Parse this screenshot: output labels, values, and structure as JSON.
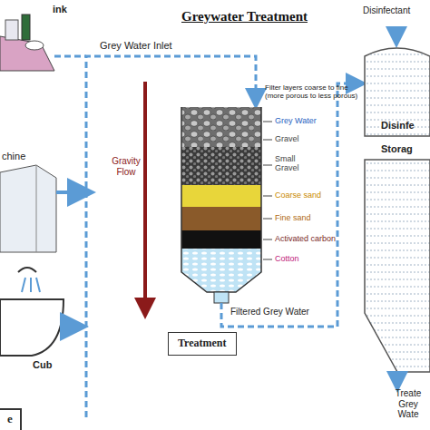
{
  "diagram": {
    "title": "Greywater Treatment",
    "nodes": [
      {
        "text": [
          "Disinfe"
        ]
      },
      {
        "text": [
          "Storag"
        ]
      },
      {
        "text": [
          "Treatment"
        ]
      },
      {
        "text": [
          "e"
        ]
      }
    ],
    "labels": [
      "ink",
      "chine",
      "Cub",
      "Grey Water Inlet",
      "Gravity Flow",
      "Filter layers coarse to fine (more porous to less porous)",
      "Grey Water",
      "Gravel",
      "Small Gravel",
      "Coarse sand",
      "Fine sand",
      "Activated carbon",
      "Cotton",
      "Filtered Grey Water",
      "Disinfectant",
      "Treate Grey Wate"
    ]
  }
}
